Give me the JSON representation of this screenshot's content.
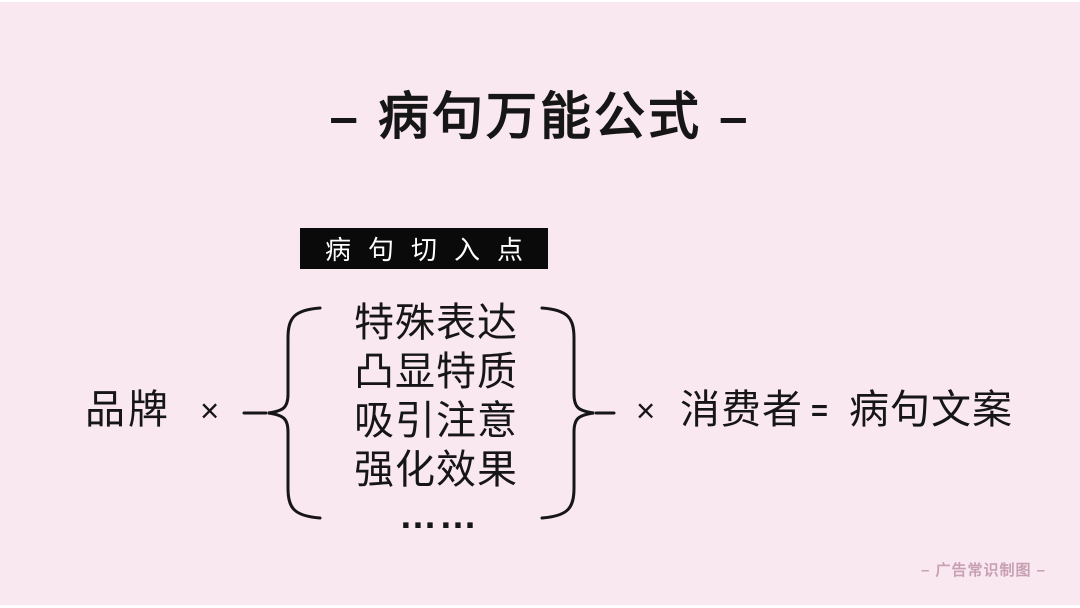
{
  "canvas": {
    "background_color": "#fae8f1",
    "ink_color": "#161616",
    "edge_strip_color": "#ffffff"
  },
  "title": {
    "text": "– 病句万能公式 –"
  },
  "badge": {
    "text": "病句切入点",
    "background_color": "#0a0a0a",
    "text_color": "#ffffff"
  },
  "formula": {
    "left_operand": "品牌",
    "times_1": "×",
    "items": [
      "特殊表达",
      "凸显特质",
      "吸引注意",
      "强化效果"
    ],
    "ellipsis": "……",
    "times_2": "×",
    "right_operand": "消费者",
    "equals": "=",
    "result": "病句文案"
  },
  "watermark": {
    "text": "– 广告常识制图 –",
    "color": "#c7a0b2"
  }
}
